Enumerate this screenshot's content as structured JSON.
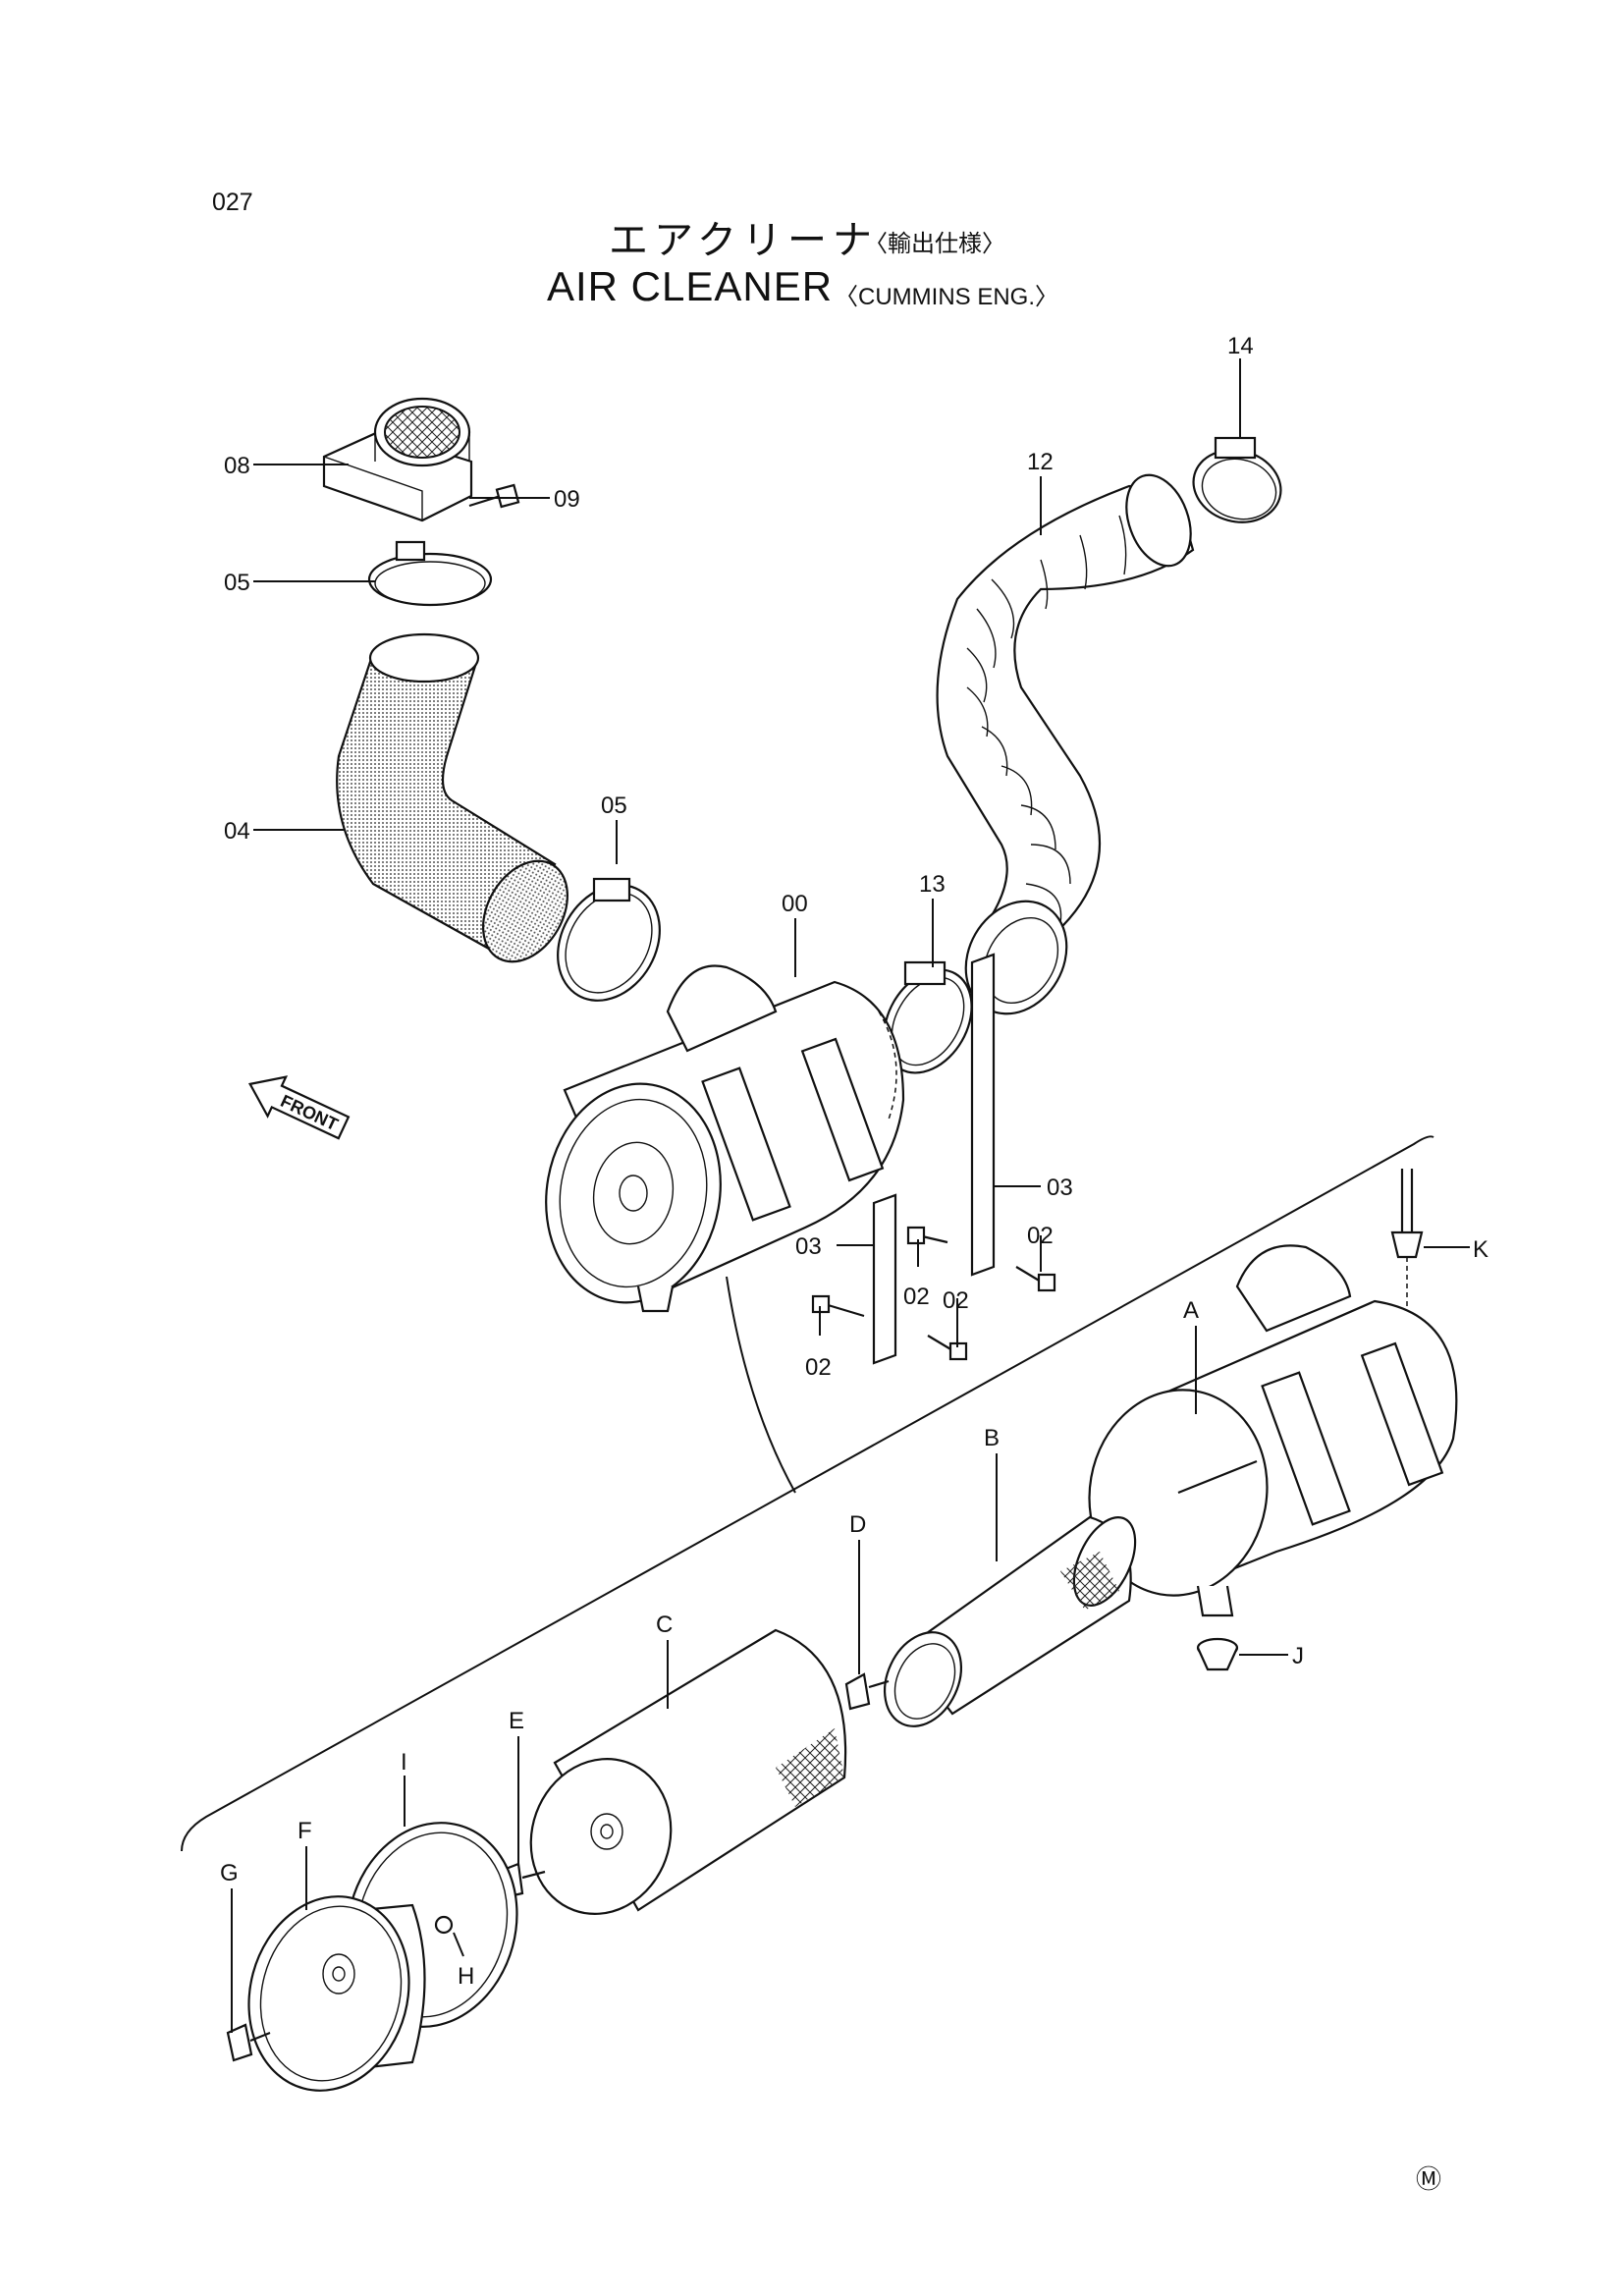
{
  "header": {
    "page_number": "027",
    "title_ja": "エアクリーナ",
    "title_ja_note": "〈輸出仕様〉",
    "title_en": "AIR  CLEANER",
    "title_en_note": "〈CUMMINS  ENG.〉"
  },
  "parts": [
    {
      "id": "p08",
      "label": "08"
    },
    {
      "id": "p09",
      "label": "09"
    },
    {
      "id": "p05a",
      "label": "05"
    },
    {
      "id": "p04",
      "label": "04"
    },
    {
      "id": "p05b",
      "label": "05"
    },
    {
      "id": "p00",
      "label": "00"
    },
    {
      "id": "p13",
      "label": "13"
    },
    {
      "id": "p12",
      "label": "12"
    },
    {
      "id": "p14",
      "label": "14"
    },
    {
      "id": "p03a",
      "label": "03"
    },
    {
      "id": "p03b",
      "label": "03"
    },
    {
      "id": "p02a",
      "label": "02"
    },
    {
      "id": "p02b",
      "label": "02"
    },
    {
      "id": "p02c",
      "label": "02"
    },
    {
      "id": "p02d",
      "label": "02"
    },
    {
      "id": "pK",
      "label": "K"
    },
    {
      "id": "pA",
      "label": "A"
    },
    {
      "id": "pB",
      "label": "B"
    },
    {
      "id": "pJ",
      "label": "J"
    },
    {
      "id": "pD",
      "label": "D"
    },
    {
      "id": "pC",
      "label": "C"
    },
    {
      "id": "pE",
      "label": "E"
    },
    {
      "id": "pI",
      "label": "I"
    },
    {
      "id": "pF",
      "label": "F"
    },
    {
      "id": "pG",
      "label": "G"
    },
    {
      "id": "pH",
      "label": "H"
    }
  ],
  "front_marker": "FRONT",
  "corner_mark": "Ⓜ"
}
